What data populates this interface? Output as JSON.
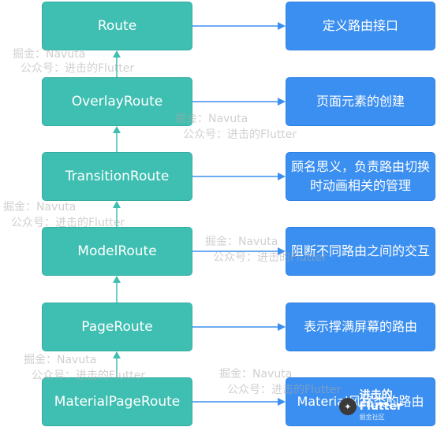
{
  "routes": [
    {
      "label": "Route",
      "description": "定义路由接口"
    },
    {
      "label": "OverlayRoute",
      "description": "页面元素的创建"
    },
    {
      "label": "TransitionRoute",
      "description": "顾名思义，负责路由切换时动画相关的管理"
    },
    {
      "label": "ModelRoute",
      "description": "阻断不同路由之间的交互"
    },
    {
      "label": "PageRoute",
      "description": "表示撑满屏幕的路由"
    },
    {
      "label": "MaterialPageRoute",
      "description": "Material风格类的路由"
    }
  ],
  "watermark": {
    "author": "掘金：Navuta",
    "account": "公众号：进击的Flutter"
  },
  "badge": {
    "title": "进击的Flutter",
    "subtitle": "掘金社区"
  },
  "colors": {
    "route_box": "#3ebfb2",
    "description_box": "#3b8ff0",
    "connector": "#3b8ff0",
    "inheritance_arrow": "#3ebfb2"
  }
}
